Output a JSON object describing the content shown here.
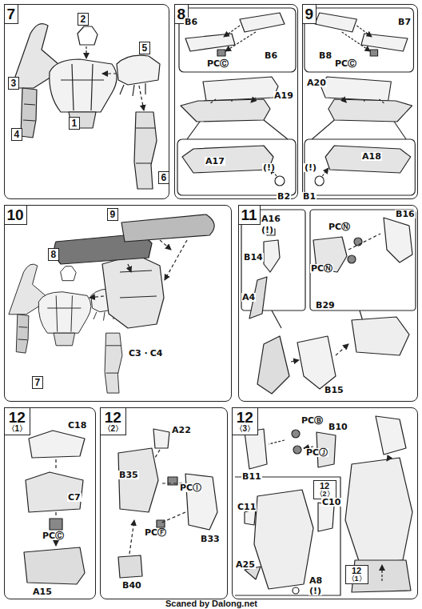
{
  "diagram": {
    "caption": "Scaned by Dalong.net",
    "nodes": [
      {
        "text": [
          "7"
        ]
      },
      {
        "text": [
          "2"
        ],
        "in": 0
      },
      {
        "text": [
          "3"
        ],
        "in": 0
      },
      {
        "text": [
          "4"
        ],
        "in": 0
      },
      {
        "text": [
          "1"
        ],
        "in": 0
      },
      {
        "text": [
          "5"
        ],
        "in": 0
      },
      {
        "text": [
          "6"
        ],
        "in": 0
      },
      {
        "text": [
          "8"
        ]
      },
      {
        "text": [
          "9"
        ]
      },
      {
        "text": [
          "10"
        ]
      },
      {
        "text": [
          "8"
        ],
        "in": 9
      },
      {
        "text": [
          "9"
        ],
        "in": 9
      },
      {
        "text": [
          "7"
        ],
        "in": 9
      },
      {
        "text": [
          "11"
        ]
      },
      {
        "text": [
          "12",
          "〈1〉"
        ]
      },
      {
        "text": [
          "12",
          "〈2〉"
        ]
      },
      {
        "text": [
          "12",
          "〈3〉"
        ]
      },
      {
        "text": [
          "12",
          "〈2〉"
        ],
        "in": 16
      },
      {
        "text": [
          "12",
          "〈1〉"
        ],
        "in": 16
      }
    ],
    "labels": [
      "B6",
      "B6",
      "PCⒸ",
      "A19",
      "A17",
      "(!)",
      "B2",
      "B7",
      "B8",
      "PCⒸ",
      "A20",
      "A18",
      "(!)",
      "B1",
      "C3・C4",
      "A16",
      "(!)",
      "B14",
      "A4",
      "PCⓃ",
      "B16",
      "PCⓃ",
      "B29",
      "B15",
      "C18",
      "C7",
      "PCⒸ",
      "A15",
      "A22",
      "B35",
      "PCⒾ",
      "PCⒻ",
      "B33",
      "B40",
      "PCⒷ",
      "B10",
      "B11",
      "PCⒿ",
      "C11",
      "C10",
      "A25",
      "A8",
      "(!)"
    ]
  }
}
